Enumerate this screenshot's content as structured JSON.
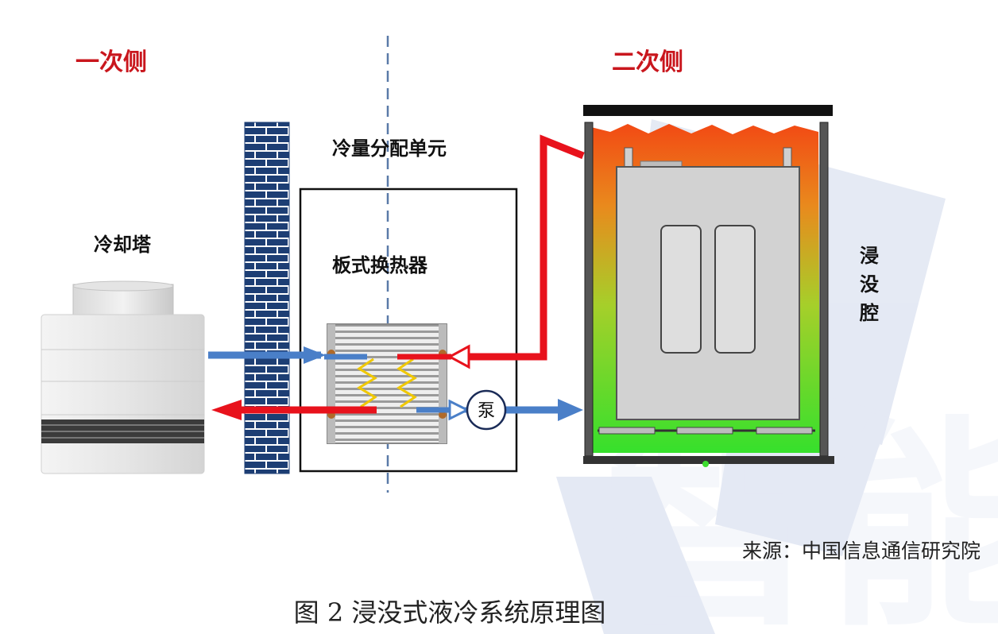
{
  "sides": {
    "primary": "一次侧",
    "secondary": "二次侧"
  },
  "labels": {
    "cooling_tower": "冷却塔",
    "cdu": "冷量分配单元",
    "plate_heat_exchanger": "板式换热器",
    "pump": "泵",
    "immersion_tank": [
      "浸",
      "没",
      "腔"
    ]
  },
  "source": "来源：中国信息通信研究院",
  "caption": "图 2 浸没式液冷系统原理图",
  "watermark": "智能",
  "colors": {
    "accent_red": "#c9161d",
    "hot_pipe": "#e8121c",
    "cold_pipe": "#4a7fc8",
    "wall_brick": "#1d3e74",
    "coolant_top": "#f05a1a",
    "coolant_bottom": "#3cdd2e"
  }
}
